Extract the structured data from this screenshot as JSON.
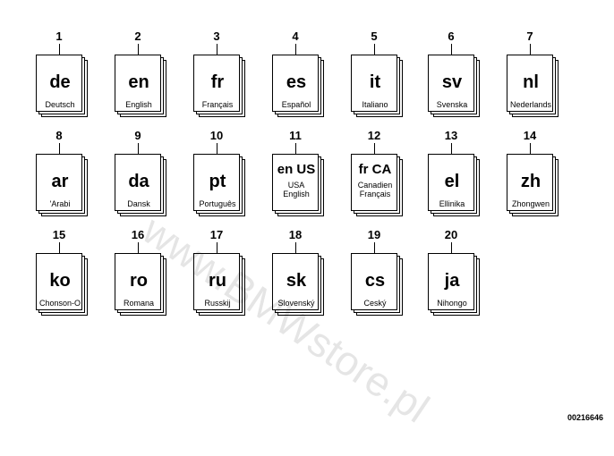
{
  "items": [
    {
      "number": "1",
      "code": "de",
      "name": "Deutsch"
    },
    {
      "number": "2",
      "code": "en",
      "name": "English"
    },
    {
      "number": "3",
      "code": "fr",
      "name": "Français"
    },
    {
      "number": "4",
      "code": "es",
      "name": "Español"
    },
    {
      "number": "5",
      "code": "it",
      "name": "Italiano"
    },
    {
      "number": "6",
      "code": "sv",
      "name": "Svenska"
    },
    {
      "number": "7",
      "code": "nl",
      "name": "Nederlands"
    },
    {
      "number": "8",
      "code": "ar",
      "name": "'Arabi"
    },
    {
      "number": "9",
      "code": "da",
      "name": "Dansk"
    },
    {
      "number": "10",
      "code": "pt",
      "name": "Português"
    },
    {
      "number": "11",
      "code": "en US",
      "name": "USA\nEnglish"
    },
    {
      "number": "12",
      "code": "fr CA",
      "name": "Canadien\nFrançais"
    },
    {
      "number": "13",
      "code": "el",
      "name": "Ellinika"
    },
    {
      "number": "14",
      "code": "zh",
      "name": "Zhongwen"
    },
    {
      "number": "15",
      "code": "ko",
      "name": "Chonson-O"
    },
    {
      "number": "16",
      "code": "ro",
      "name": "Romana"
    },
    {
      "number": "17",
      "code": "ru",
      "name": "Russkij"
    },
    {
      "number": "18",
      "code": "sk",
      "name": "Slovenský"
    },
    {
      "number": "19",
      "code": "cs",
      "name": "Ceský"
    },
    {
      "number": "20",
      "code": "ja",
      "name": "Nihongo"
    }
  ],
  "watermark": "www.BMWstore.pl",
  "image_id": "00216646"
}
